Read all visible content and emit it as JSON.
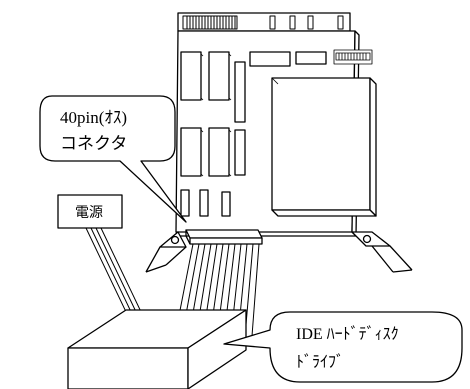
{
  "labels": {
    "connector_line1": "40pin(ｵｽ)",
    "connector_line2": "コネクタ",
    "power": "電源",
    "drive_line1": "IDE ﾊｰﾄﾞﾃﾞｨｽｸ",
    "drive_line2": "ﾄﾞﾗｲﾌﾞ"
  },
  "colors": {
    "line": "#000000",
    "background": "#ffffff"
  }
}
